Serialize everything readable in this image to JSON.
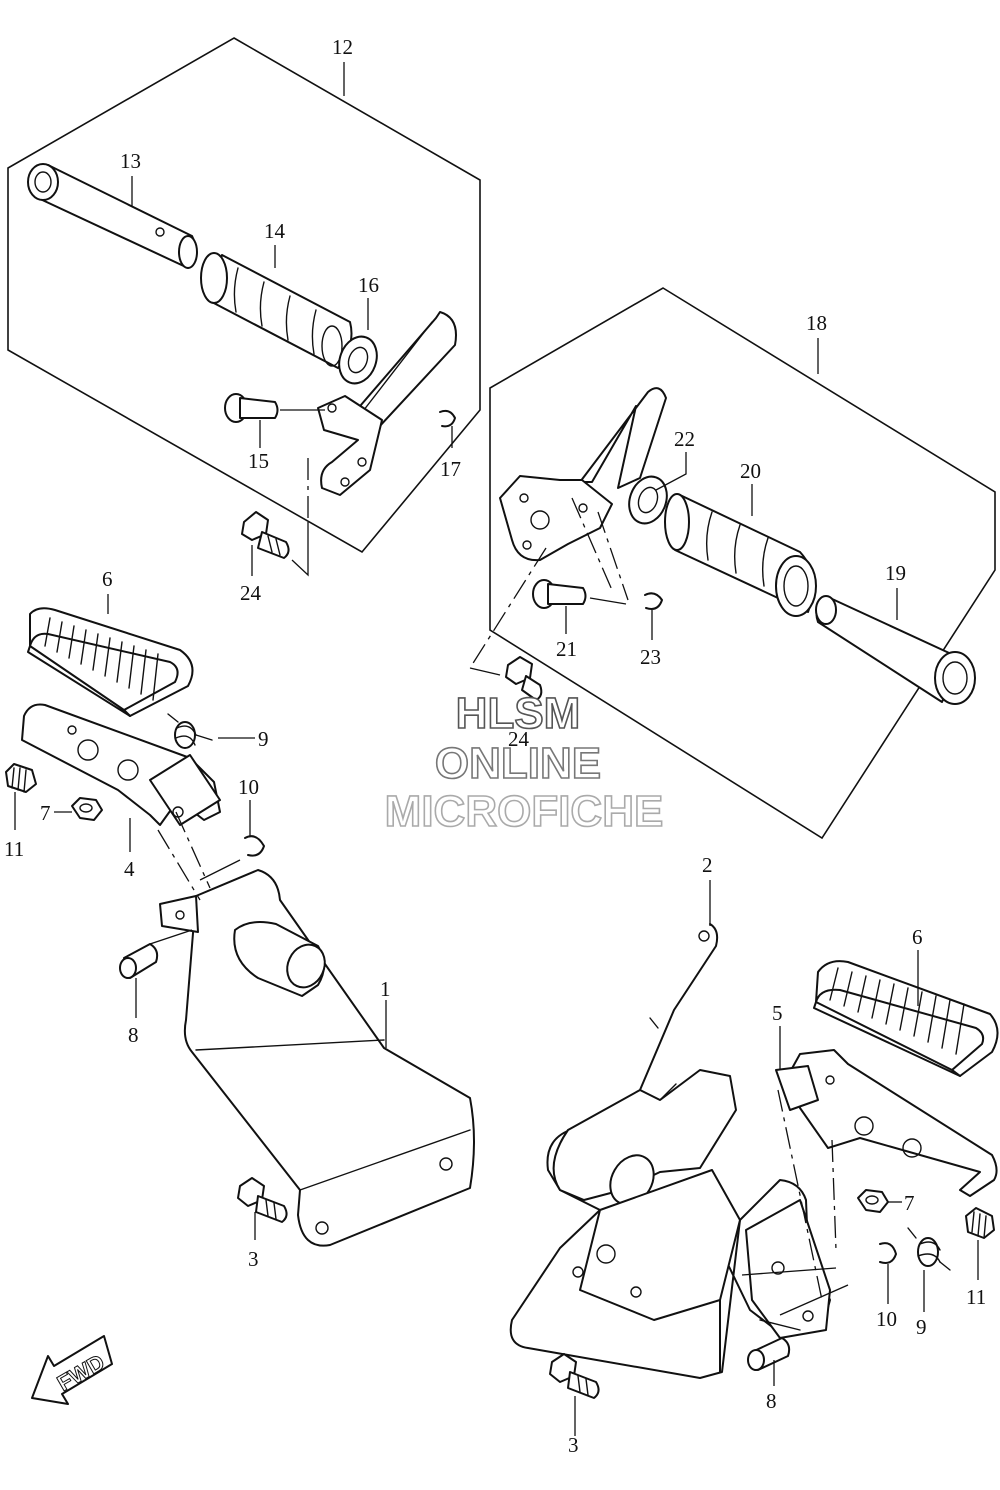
{
  "watermark": {
    "line1": "HLSM",
    "line2": "ONLINE",
    "line3": "MICROFICHE",
    "color1": "#555555",
    "color2": "#777777",
    "color3": "#aaaaaa"
  },
  "fwd_label": "FWD",
  "callouts": [
    {
      "id": "12",
      "label": "12"
    },
    {
      "id": "13",
      "label": "13"
    },
    {
      "id": "14",
      "label": "14"
    },
    {
      "id": "16",
      "label": "16"
    },
    {
      "id": "15",
      "label": "15"
    },
    {
      "id": "17",
      "label": "17"
    },
    {
      "id": "24a",
      "label": "24"
    },
    {
      "id": "18",
      "label": "18"
    },
    {
      "id": "22",
      "label": "22"
    },
    {
      "id": "20",
      "label": "20"
    },
    {
      "id": "19",
      "label": "19"
    },
    {
      "id": "21",
      "label": "21"
    },
    {
      "id": "23",
      "label": "23"
    },
    {
      "id": "24b",
      "label": "24"
    },
    {
      "id": "6a",
      "label": "6"
    },
    {
      "id": "9a",
      "label": "9"
    },
    {
      "id": "10a",
      "label": "10"
    },
    {
      "id": "7a",
      "label": "7"
    },
    {
      "id": "11a",
      "label": "11"
    },
    {
      "id": "4",
      "label": "4"
    },
    {
      "id": "8a",
      "label": "8"
    },
    {
      "id": "1",
      "label": "1"
    },
    {
      "id": "3a",
      "label": "3"
    },
    {
      "id": "2",
      "label": "2"
    },
    {
      "id": "6b",
      "label": "6"
    },
    {
      "id": "5",
      "label": "5"
    },
    {
      "id": "7b",
      "label": "7"
    },
    {
      "id": "11b",
      "label": "11"
    },
    {
      "id": "10b",
      "label": "10"
    },
    {
      "id": "9b",
      "label": "9"
    },
    {
      "id": "8b",
      "label": "8"
    },
    {
      "id": "3b",
      "label": "3"
    }
  ]
}
